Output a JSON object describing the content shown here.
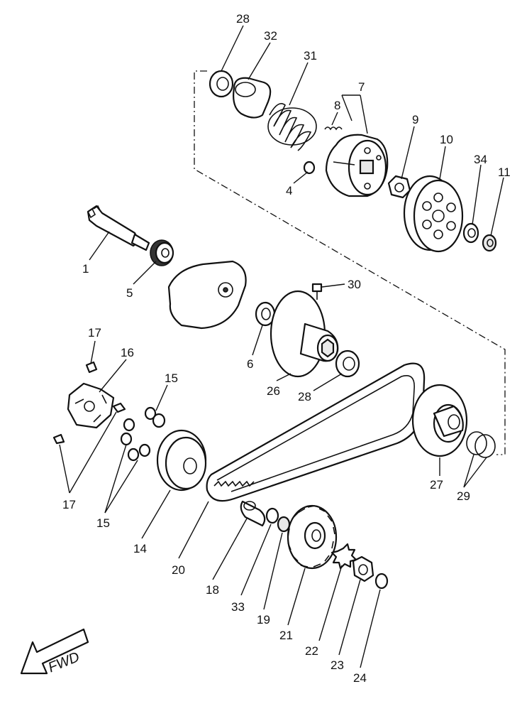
{
  "labels": {
    "l1": "1",
    "l4": "4",
    "l5": "5",
    "l6": "6",
    "l7": "7",
    "l8": "8",
    "l9": "9",
    "l10": "10",
    "l11": "11",
    "l14": "14",
    "l15a": "15",
    "l15b": "15",
    "l16": "16",
    "l17a": "17",
    "l17b": "17",
    "l18": "18",
    "l19": "19",
    "l20": "20",
    "l21": "21",
    "l22": "22",
    "l23": "23",
    "l24": "24",
    "l26": "26",
    "l27": "27",
    "l28a": "28",
    "l28b": "28",
    "l29": "29",
    "l30": "30",
    "l31": "31",
    "l32": "32",
    "l33": "33",
    "l34": "34"
  },
  "fwd_label": "FWD"
}
